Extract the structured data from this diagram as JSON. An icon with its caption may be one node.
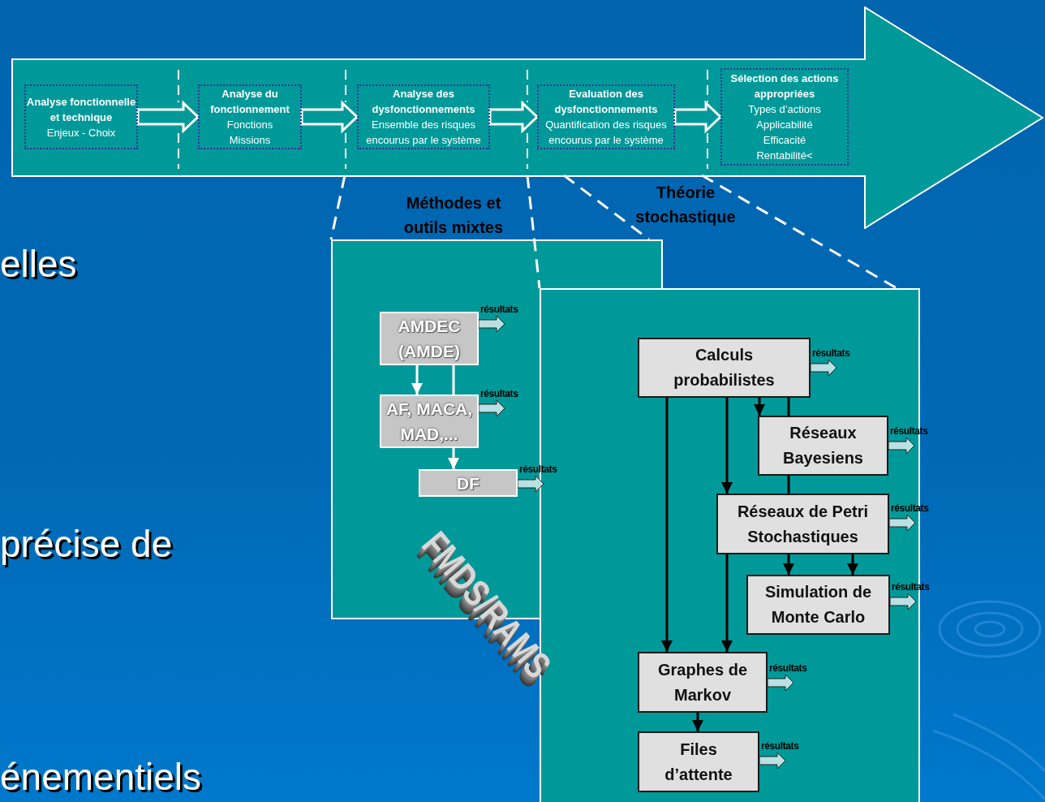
{
  "diagram": {
    "nodes": [
      {
        "text": [],
        "shape": "arrow"
      },
      {
        "text": [
          "Analyse fonctionnelle et technique",
          "Enjeux - Choix"
        ],
        "in": 0
      },
      {
        "text": [
          "Analyse du fonctionnement",
          "Fonctions Missions"
        ],
        "in": 0
      },
      {
        "text": [
          "Analyse des dysfonctionnements",
          "Ensemble des risques encourus par le système"
        ],
        "in": 0
      },
      {
        "text": [
          "Evaluation des dysfonctionnements",
          "Quantification des risques encourus par le système"
        ],
        "in": 0
      },
      {
        "text": [
          "Sélection des actions appropriées",
          "Types d’actions Applicabilité Efficacité Rentabilité<"
        ],
        "in": 0
      },
      {
        "text": [
          "Méthodes et outils mixtes"
        ]
      },
      {
        "text": [
          "AMDEC (AMDE)"
        ],
        "in": 6
      },
      {
        "text": [
          "AF, MACA, MAD,..."
        ],
        "in": 6
      },
      {
        "text": [
          "DF"
        ],
        "in": 6
      },
      {
        "text": [],
        "shape": "box"
      },
      {
        "text": [
          "Calculs probabilistes"
        ],
        "in": 10
      },
      {
        "text": [
          "Réseaux Bayesiens"
        ],
        "in": 10
      },
      {
        "text": [
          "Réseaux de Petri Stochastiques"
        ],
        "in": 10
      },
      {
        "text": [
          "Simulation de Monte Carlo"
        ],
        "in": 10
      },
      {
        "text": [
          "Graphes de Markov"
        ],
        "in": 10
      },
      {
        "text": [
          "Files d’attente"
        ],
        "in": 10
      }
    ],
    "edges": [
      {
        "from": 1,
        "to": 2,
        "arrow": "to",
        "style": "thick",
        "color": "#ffffff"
      },
      {
        "from": 2,
        "to": 3,
        "arrow": "to",
        "style": "thick",
        "color": "#ffffff"
      },
      {
        "from": 3,
        "to": 4,
        "arrow": "to",
        "style": "thick",
        "color": "#ffffff"
      },
      {
        "from": 4,
        "to": 5,
        "arrow": "to",
        "style": "thick",
        "color": "#ffffff"
      },
      {
        "from": 0,
        "to": 6,
        "arrow": "none",
        "style": "dashed",
        "color": "#ffffff"
      },
      {
        "from": 0,
        "to": 10,
        "arrow": "none",
        "style": "dashed",
        "color": "#ffffff"
      },
      {
        "from": 0,
        "to": 6,
        "arrow": "none",
        "style": "dashed",
        "color": "#ffffff"
      },
      {
        "from": 0,
        "to": 10,
        "arrow": "none",
        "style": "dashed",
        "color": "#ffffff"
      },
      {
        "from": 7,
        "to": 8,
        "arrow": "to",
        "color": "#ffffff"
      },
      {
        "from": 7,
        "to": 8,
        "arrow": "none",
        "color": "#ffffff"
      },
      {
        "from": 8,
        "to": 9,
        "arrow": "to",
        "color": "#ffffff"
      },
      {
        "from": 11,
        "to": 15,
        "arrow": "to",
        "color": "#000000"
      },
      {
        "from": 11,
        "to": 13,
        "arrow": "to",
        "color": "#000000"
      },
      {
        "from": 11,
        "to": 12,
        "arrow": "to",
        "color": "#000000"
      },
      {
        "from": 11,
        "to": 12,
        "arrow": "none",
        "color": "#000000"
      },
      {
        "from": 12,
        "to": 13,
        "arrow": "none",
        "color": "#000000"
      },
      {
        "from": 13,
        "to": 14,
        "arrow": "to",
        "color": "#000000"
      },
      {
        "from": 13,
        "to": 14,
        "arrow": "to",
        "color": "#000000"
      },
      {
        "from": 13,
        "to": 15,
        "arrow": "to",
        "color": "#000000"
      },
      {
        "from": 15,
        "to": 16,
        "arrow": "to",
        "color": "#000000"
      },
      {
        "from": 7,
        "to": null,
        "arrow": "to",
        "label": "résultats",
        "style": "thick",
        "color": "#b9e0e3"
      },
      {
        "from": 8,
        "to": null,
        "arrow": "to",
        "label": "résultats",
        "style": "thick",
        "color": "#b9e0e3"
      },
      {
        "from": 9,
        "to": null,
        "arrow": "to",
        "label": "résultats",
        "style": "thick",
        "color": "#b9e0e3"
      },
      {
        "from": 11,
        "to": null,
        "arrow": "to",
        "label": "résultats",
        "style": "thick",
        "color": "#b9e0e3"
      },
      {
        "from": 12,
        "to": null,
        "arrow": "to",
        "label": "résultats",
        "style": "thick",
        "color": "#b9e0e3"
      },
      {
        "from": 13,
        "to": null,
        "arrow": "to",
        "label": "résultats",
        "style": "thick",
        "color": "#b9e0e3"
      },
      {
        "from": 14,
        "to": null,
        "arrow": "to",
        "label": "résultats",
        "style": "thick",
        "color": "#b9e0e3"
      },
      {
        "from": 15,
        "to": null,
        "arrow": "to",
        "label": "résultats",
        "style": "thick",
        "color": "#b9e0e3"
      },
      {
        "from": 16,
        "to": null,
        "arrow": "to",
        "label": "résultats",
        "style": "thick",
        "color": "#b9e0e3"
      }
    ],
    "labels": [
      "Théorie stochastique",
      "elles",
      "précise de",
      "énementiels",
      "FMDS/RAMS"
    ]
  }
}
